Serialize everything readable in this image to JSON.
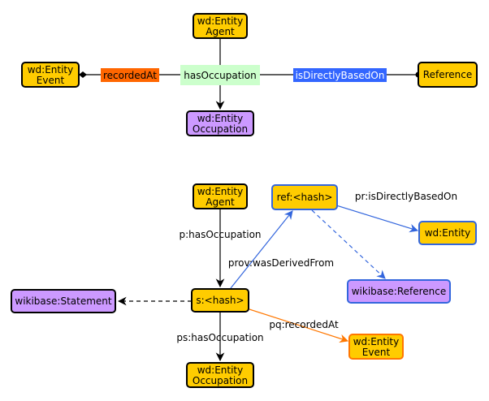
{
  "colors": {
    "entity_fill": "#ffcc00",
    "class_fill": "#cc99ff",
    "edge_label_fill": "#ccffcc",
    "recorded_at_fill": "#ff6600",
    "based_on_fill": "#3366ff",
    "blue_line": "#3366dd",
    "orange_line": "#ff7700"
  },
  "top": {
    "agent": [
      "wd:Entity",
      "Agent"
    ],
    "event": [
      "wd:Entity",
      "Event"
    ],
    "occupation": [
      "wd:Entity",
      "Occupation"
    ],
    "reference": "Reference",
    "has_occupation": "hasOccupation",
    "recorded_at": "recordedAt",
    "is_directly_based_on": "isDirectlyBasedOn"
  },
  "bottom": {
    "agent": [
      "wd:Entity",
      "Agent"
    ],
    "ref_hash": "ref:<hash>",
    "statement_hash": "s:<hash>",
    "wd_entity": "wd:Entity",
    "wikibase_statement": "wikibase:Statement",
    "wikibase_reference": "wikibase:Reference",
    "event": [
      "wd:Entity",
      "Event"
    ],
    "occupation": [
      "wd:Entity",
      "Occupation"
    ],
    "p_has_occupation": "p:hasOccupation",
    "ps_has_occupation": "ps:hasOccupation",
    "pr_is_directly_based_on": "pr:isDirectlyBasedOn",
    "prov_was_derived_from": "prov:wasDerivedFrom",
    "pq_recorded_at": "pq:recordedAt"
  }
}
